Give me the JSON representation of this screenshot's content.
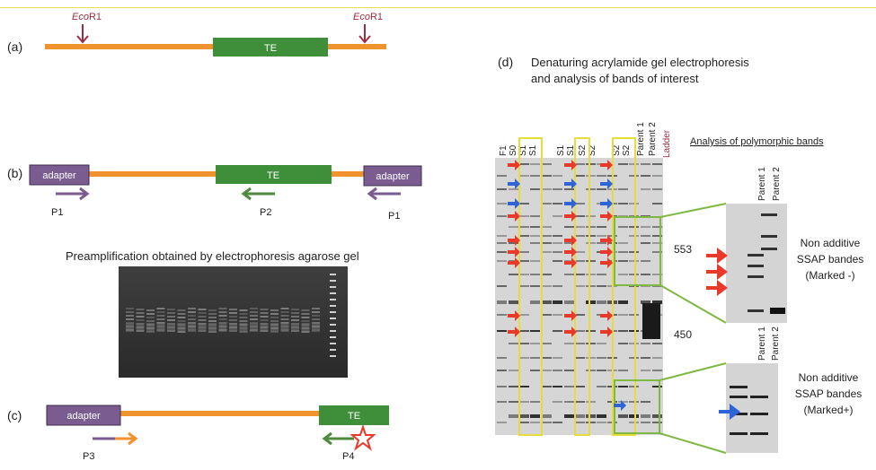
{
  "panels": {
    "a": "(a)",
    "b": "(b)",
    "c": "(c)",
    "d": "(d)"
  },
  "restriction_site": {
    "prefix": "Eco",
    "suffix": "R1"
  },
  "te_label": "TE",
  "adapter_label": "adapter",
  "primers": {
    "p1": "P1",
    "p2": "P2",
    "p3": "P3",
    "p4": "P4"
  },
  "preamp_title": "Preamplification obtained by  electrophoresis agarose gel",
  "gel_title_line1": "Denaturing  acrylamide gel electrophoresis",
  "gel_title_line2": "and  analysis  of bands of interest",
  "lanes": [
    "F1",
    "S0",
    "S1",
    "S1",
    "S1",
    "S1",
    "S2",
    "S2",
    "S2",
    "S2"
  ],
  "parent_lanes": [
    "Parent 1",
    "Parent 2"
  ],
  "ladder_label": "Ladder",
  "size_markers": [
    "553",
    "450"
  ],
  "analysis_title": "Analysis of polymorphic bands",
  "non_additive_minus": [
    "Non additive",
    "SSAP bandes",
    "(Marked  -)"
  ],
  "non_additive_plus": [
    "Non additive",
    "SSAP bandes",
    "(Marked+)"
  ],
  "colors": {
    "backbone": "#f0932f",
    "te": "#3f8f3a",
    "adapter": "#7b5c91",
    "primer": "#7b5c91",
    "primer_te": "#4f8a3c",
    "eco": "#9b2e45",
    "red_arrow": "#e8392b",
    "blue_arrow": "#2f64d9",
    "yellow_box": "#e6dc3a",
    "green_box": "#7fb843"
  }
}
